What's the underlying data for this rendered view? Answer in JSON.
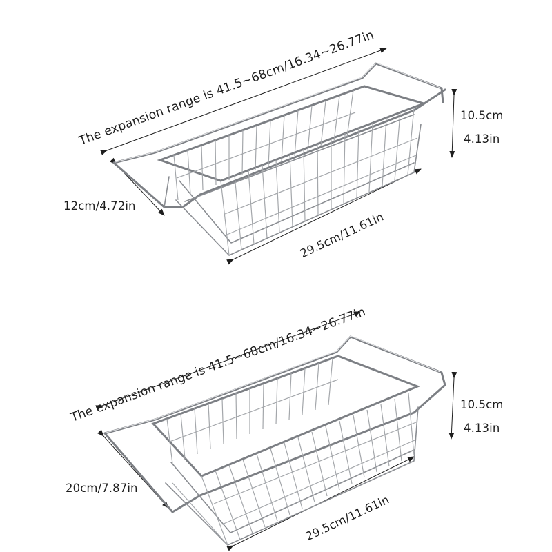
{
  "diagrams": [
    {
      "variant": "narrow",
      "expansion_label": "The expansion range is 41.5~68cm/16.34~26.77in",
      "height_cm": "10.5cm",
      "height_in": "4.13in",
      "width_label": "12cm/4.72in",
      "length_label": "29.5cm/11.61in"
    },
    {
      "variant": "wide",
      "expansion_label": "The expansion range is 41.5~68cm/16.34~26.77in",
      "height_cm": "10.5cm",
      "height_in": "4.13in",
      "width_label": "20cm/7.87in",
      "length_label": "29.5cm/11.61in"
    }
  ],
  "colors": {
    "background": "#ffffff",
    "text": "#1e1e1e",
    "wire": "#8a8d92"
  }
}
